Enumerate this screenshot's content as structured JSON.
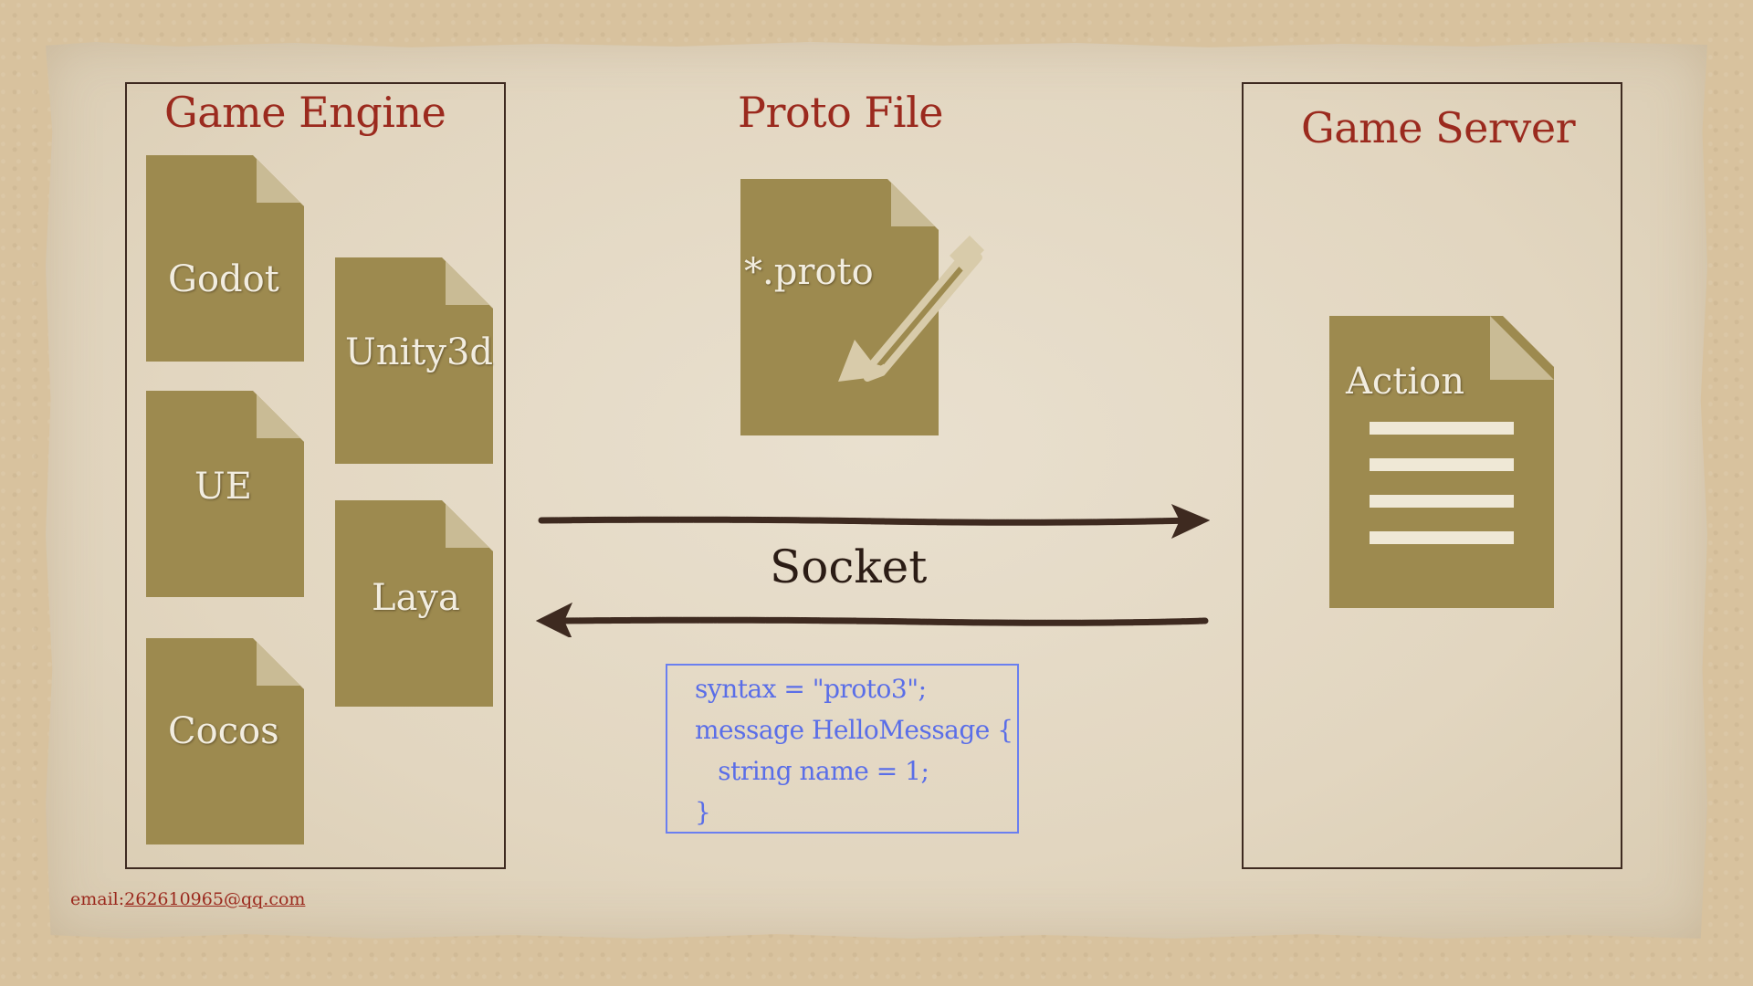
{
  "headings": {
    "engine": "Game Engine",
    "proto": "Proto File",
    "server": "Game Server"
  },
  "engines": [
    {
      "label": "Godot"
    },
    {
      "label": "Unity3d"
    },
    {
      "label": "UE"
    },
    {
      "label": "Laya"
    },
    {
      "label": "Cocos"
    }
  ],
  "proto_doc": {
    "label": "*.proto",
    "icon": "pencil-icon"
  },
  "server_doc": {
    "label": "Action",
    "icon": "text-lines-icon"
  },
  "socket_label": "Socket",
  "code": {
    "lines": [
      "syntax = \"proto3\";",
      "message HelloMessage {",
      "   string name = 1;",
      "}"
    ]
  },
  "email": {
    "prefix": "email:",
    "address": "262610965@qq.com"
  },
  "colors": {
    "heading": "#9b2a1e",
    "doc_fill": "#9d8a4f",
    "arrow": "#3e2a20",
    "code": "#5a6ee8"
  }
}
